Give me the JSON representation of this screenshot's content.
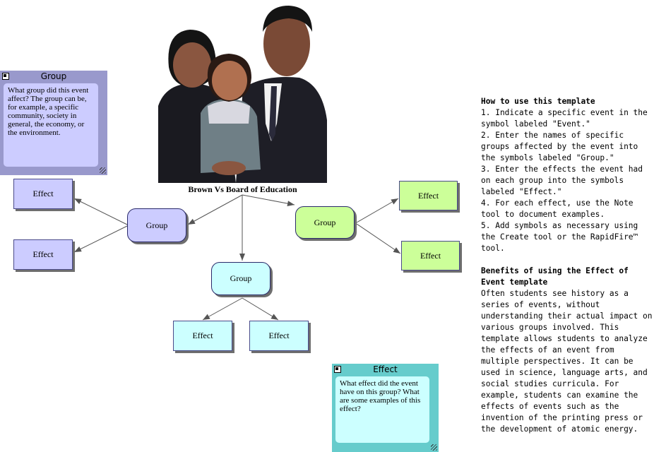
{
  "event": {
    "caption": "Brown Vs Board of Education"
  },
  "nodes": {
    "group_left": "Group",
    "group_center": "Group",
    "group_right": "Group",
    "effect_left_1": "Effect",
    "effect_left_2": "Effect",
    "effect_center_1": "Effect",
    "effect_center_2": "Effect",
    "effect_right_1": "Effect",
    "effect_right_2": "Effect"
  },
  "notes": {
    "group_note": {
      "title": "Group",
      "text": "What group did this event affect? The group can be, for example, a specific community, society in general, the economy, or the environment."
    },
    "effect_note": {
      "title": "Effect",
      "text": "What effect did the event have on this group? What are some examples of this effect?"
    }
  },
  "instructions": {
    "how_title": "How to use this template",
    "steps": [
      "1. Indicate a specific event in the symbol labeled \"Event.\"",
      "2. Enter the names of specific groups affected by the event into the symbols labeled \"Group.\"",
      "3. Enter the effects the event had on each group into the symbols labeled \"Effect.\"",
      "4. For each effect, use the Note tool to document examples.",
      "5. Add symbols as necessary using the Create tool or the RapidFire™ tool."
    ],
    "benefits_title": "Benefits of using the Effect of Event template",
    "benefits_text": "Often students see history as a series of events, without understanding their actual impact on various groups involved. This template allows students to analyze the effects of an event from multiple perspectives. It can be used in science, language arts, and social studies curricula. For example, students can examine the effects of events such as the invention of the printing press or the development of atomic energy."
  },
  "colors": {
    "purple": "#ccccff",
    "cyan": "#ccffff",
    "green": "#ccff99",
    "group_note_frame": "#9999cc",
    "effect_note_frame": "#66cccc"
  }
}
